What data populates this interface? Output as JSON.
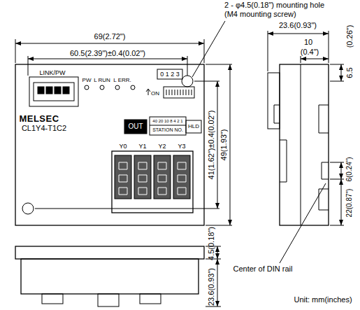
{
  "diagram": {
    "labels": [
      "69(2.72\")",
      "60.5(2.39\")±0.4(0.02\")",
      "2 - φ4.5(0.18\") mounting hole (M4 mounting screw)",
      "23.6(0.93\")",
      "10",
      "(0.4\")",
      "6.5",
      "(0.26\")",
      "LINK/PW",
      "PW",
      "L RUN",
      "L ERR.",
      "0 1 2 3",
      "ON",
      "MELSEC",
      "CL1Y4-T1C2",
      "OUT",
      "40 20 10 8 4 2 1",
      "STATION NO.",
      "HLD",
      "Y0",
      "Y1",
      "Y2",
      "Y3",
      "49(1.93\")",
      "41(1.62\")±0.4(0.02\")",
      "6(0.24\")",
      "22(0.87\")",
      "Center of DIN rail",
      "4.5(0.18\")",
      "23.6(0.93\")",
      "Unit: mm(inches)"
    ]
  }
}
